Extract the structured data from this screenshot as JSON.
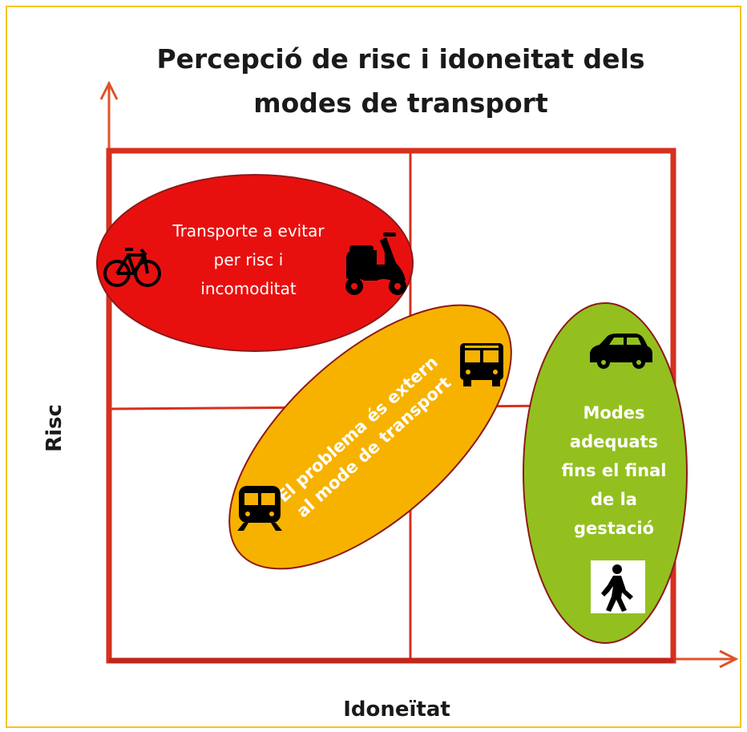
{
  "title": {
    "line1": "Percepció de risc i idoneitat dels",
    "line2": "modes de transport"
  },
  "axes": {
    "y_label": "Risc",
    "x_label": "Idoneïtat"
  },
  "groups": {
    "avoid": {
      "lines": [
        "Transporte a evitar",
        "per risc i",
        "incomoditat"
      ],
      "color": "#e8100f",
      "icons": [
        "bicycle-icon",
        "scooter-icon"
      ]
    },
    "external": {
      "lines": [
        "El problema és extern",
        "al mode de transport"
      ],
      "color": "#f7b200",
      "icons": [
        "bus-icon",
        "train-icon"
      ]
    },
    "suitable": {
      "lines": [
        "Modes",
        "adequats",
        "fins el final",
        "de la",
        "gestació"
      ],
      "color": "#93c01f",
      "icons": [
        "car-icon",
        "pedestrian-icon"
      ]
    }
  },
  "colors": {
    "frame_border": "#f5c518",
    "grid": "#d7301f",
    "axis_arrow": "#e0522a",
    "ellipse_stroke": "#8b1a1a"
  }
}
